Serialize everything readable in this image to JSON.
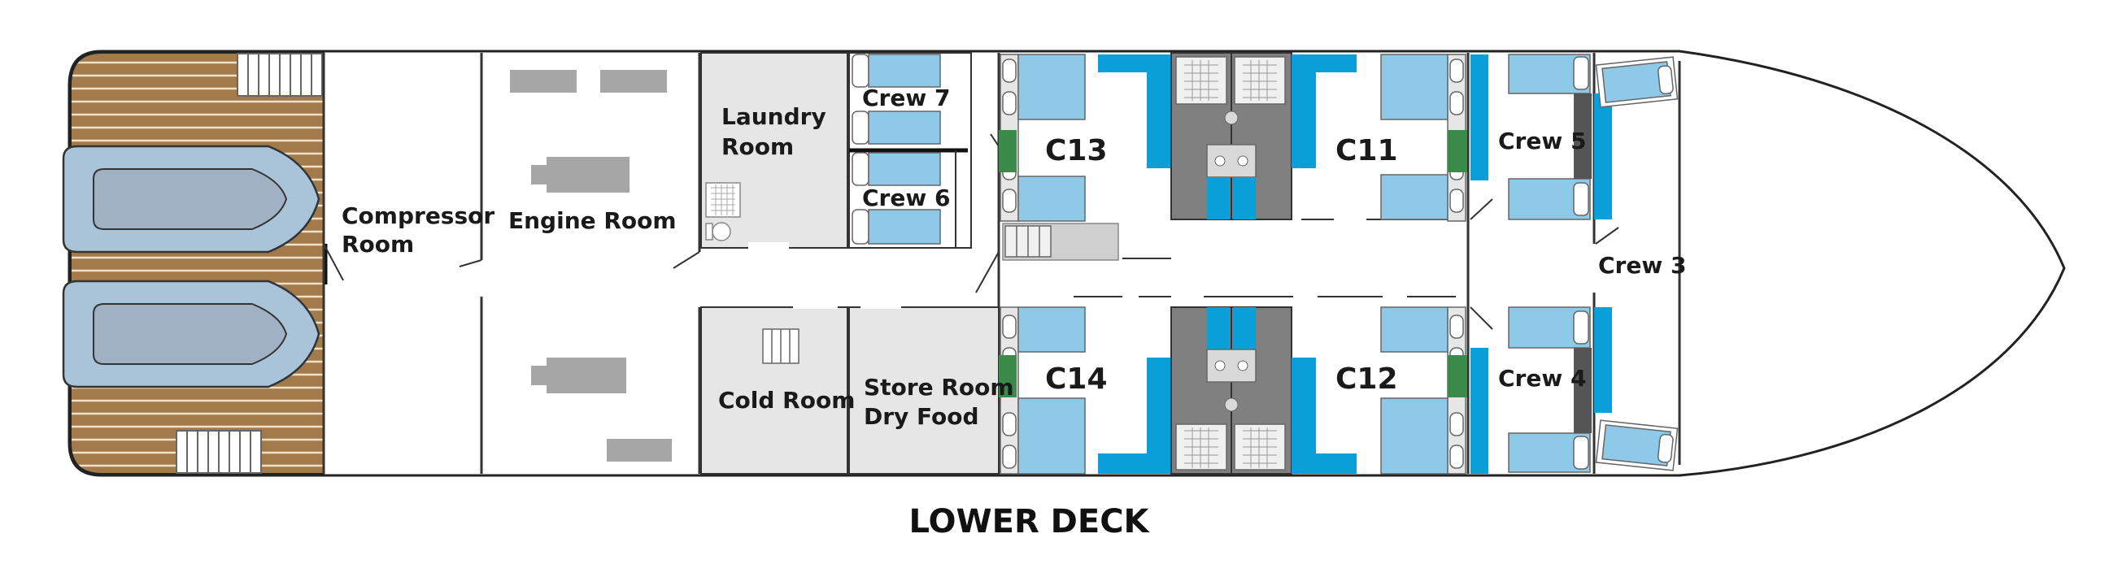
{
  "deck": {
    "title": "LOWER DECK",
    "rooms": {
      "compressor_room": [
        "Compressor",
        "Room"
      ],
      "engine_room": "Engine Room",
      "laundry_room": [
        "Laundry",
        "Room"
      ],
      "cold_room": "Cold Room",
      "store_room": [
        "Store Room",
        "Dry Food"
      ],
      "crew7": "Crew 7",
      "crew6": "Crew 6",
      "crew5": "Crew 5",
      "crew4": "Crew 4",
      "crew3": "Crew 3"
    },
    "cabins": {
      "c13": "C13",
      "c14": "C14",
      "c11": "C11",
      "c12": "C12"
    }
  },
  "colors": {
    "bed": "#8ec9e8",
    "accent_blue": "#0a9fd8",
    "bathroom": "#808080",
    "service": "#e6e6e6",
    "green": "#3a8a4a",
    "wood": "#a37a4a",
    "tender": "#a9c4d8",
    "stair": "#f0f0f0"
  }
}
